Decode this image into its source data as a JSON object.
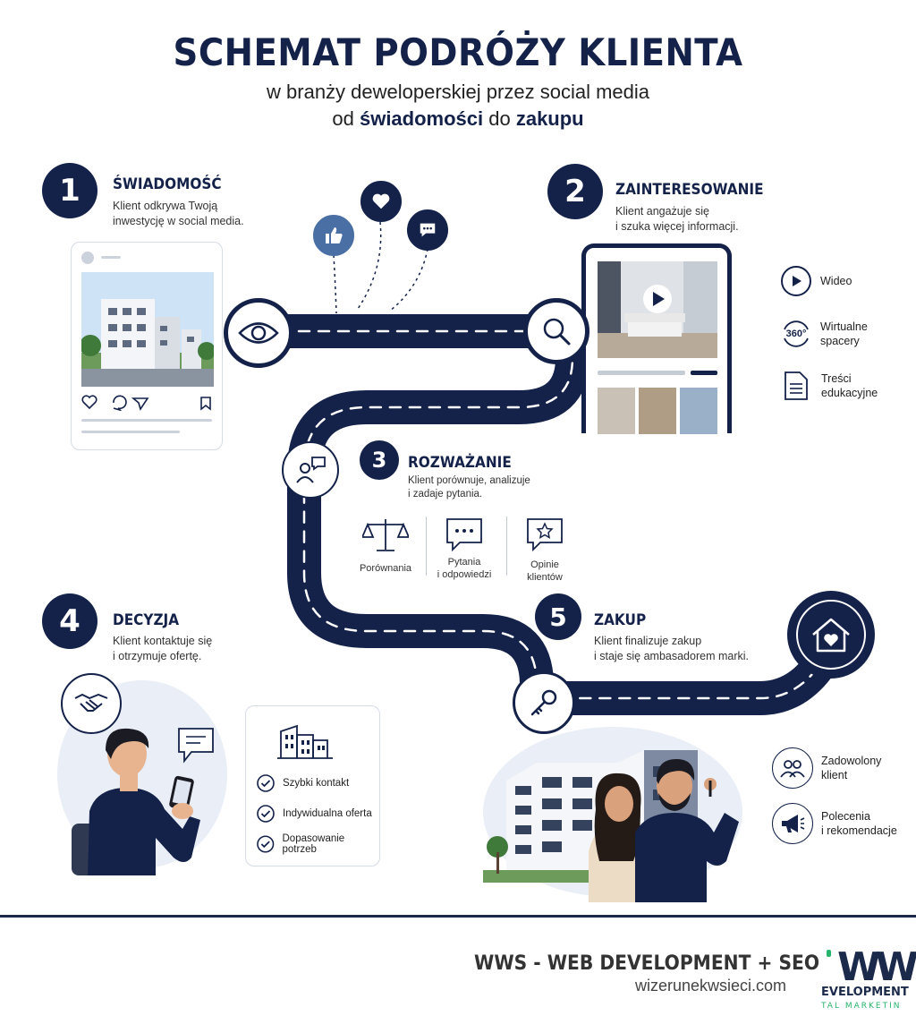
{
  "header": {
    "title": "SCHEMAT PODRÓŻY KLIENTA",
    "subtitle": "w branży deweloperskiej przez social media",
    "subtitle2_pre": "od ",
    "subtitle2_bold1": "świadomości",
    "subtitle2_mid": " do ",
    "subtitle2_bold2": "zakupu"
  },
  "steps": [
    {
      "number": "1",
      "title": "ŚWIADOMOŚĆ",
      "desc_line1": "Klient odkrywa Twoją",
      "desc_line2": "inwestycję w social media."
    },
    {
      "number": "2",
      "title": "ZAINTERESOWANIE",
      "desc_line1": "Klient angażuje się",
      "desc_line2": "i szuka więcej informacji."
    },
    {
      "number": "3",
      "title": "ROZWAŻANIE",
      "desc_line1": "Klient porównuje, analizuje",
      "desc_line2": "i zadaje pytania."
    },
    {
      "number": "4",
      "title": "DECYZJA",
      "desc_line1": "Klient kontaktuje się",
      "desc_line2": "i otrzymuje ofertę."
    },
    {
      "number": "5",
      "title": "ZAKUP",
      "desc_line1": "Klient finalizuje zakup",
      "desc_line2": "i staje się ambasadorem marki."
    }
  ],
  "interest_items": [
    {
      "icon": "play-icon",
      "line1": "Wideo",
      "line2": ""
    },
    {
      "icon": "360-icon",
      "line1": "Wirtualne",
      "line2": "spacery",
      "badge": "360°"
    },
    {
      "icon": "document-icon",
      "line1": "Treści",
      "line2": "edukacyjne"
    }
  ],
  "consideration_items": [
    {
      "icon": "scales-icon",
      "line1": "Porównania",
      "line2": ""
    },
    {
      "icon": "chat-icon",
      "line1": "Pytania",
      "line2": "i odpowiedzi"
    },
    {
      "icon": "star-chat-icon",
      "line1": "Opinie",
      "line2": "klientów"
    }
  ],
  "decision_checklist": [
    "Szybki kontakt",
    "Indywidualna oferta",
    "Dopasowanie potrzeb"
  ],
  "purchase_items": [
    {
      "icon": "people-icon",
      "line1": "Zadowolony",
      "line2": "klient"
    },
    {
      "icon": "megaphone-icon",
      "line1": "Polecenia",
      "line2": "i rekomendacje"
    }
  ],
  "footer": {
    "title": "WWS - WEB DEVELOPMENT + SEO",
    "url": "wizerunekwsieci.com",
    "logo_mark": "WW",
    "logo_line1": "EVELOPMENT",
    "logo_line2": "TAL MARKETIN"
  },
  "colors": {
    "navy": "#14224a",
    "light_bg": "#e9eef7",
    "accent_green": "#27b36b"
  }
}
